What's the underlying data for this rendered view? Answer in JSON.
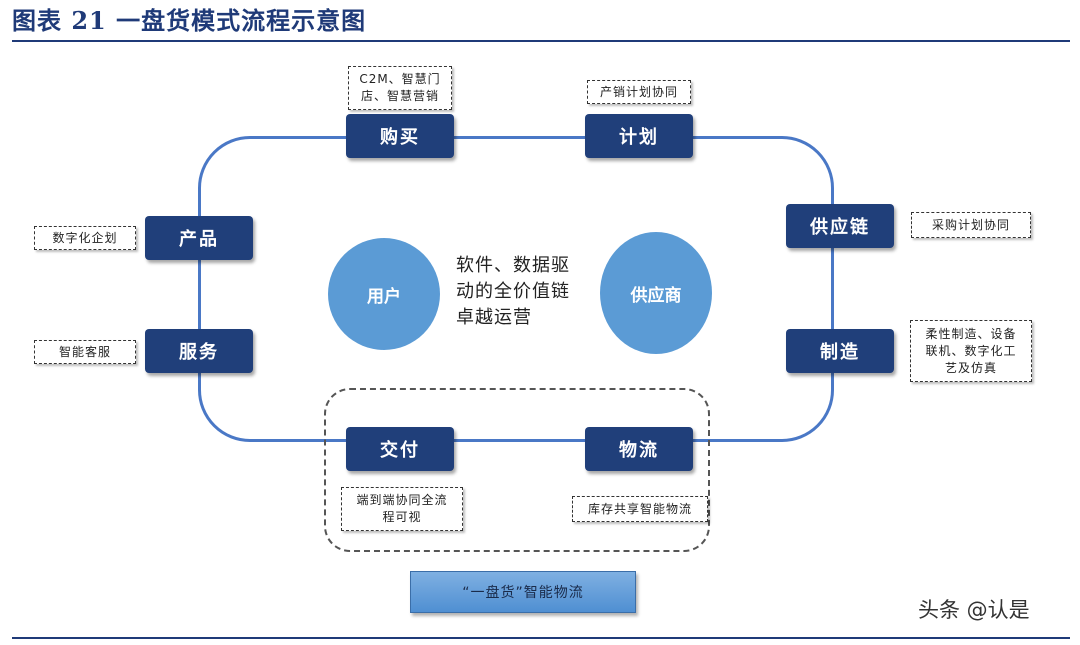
{
  "header": {
    "title": "图表 21  一盘货模式流程示意图"
  },
  "diagram": {
    "nodes": {
      "purchase": "购买",
      "plan": "计划",
      "supply_chain": "供应链",
      "manufacture": "制造",
      "logistics": "物流",
      "delivery": "交付",
      "service": "服务",
      "product": "产品"
    },
    "notes": {
      "purchase_line1": "C2M、智慧门",
      "purchase_line2": "店、智慧营销",
      "plan": "产销计划协同",
      "supply_chain": "采购计划协同",
      "manufacture_line1": "柔性制造、设备",
      "manufacture_line2": "联机、数字化工",
      "manufacture_line3": "艺及仿真",
      "logistics": "库存共享智能物流",
      "delivery_line1": "端到端协同全流",
      "delivery_line2": "程可视",
      "service": "智能客服",
      "product": "数字化企划"
    },
    "center": {
      "user": "用户",
      "supplier": "供应商",
      "text_line1": "软件、数据驱",
      "text_line2": "动的全价值链",
      "text_line3": "卓越运营"
    },
    "banner": "“一盘货”智能物流"
  },
  "watermark": "头条 @认是",
  "colors": {
    "node_fill": "#203f7a",
    "loop_line": "#4a78c6",
    "circle_fill": "#5b9bd5",
    "title": "#1f3a78"
  }
}
